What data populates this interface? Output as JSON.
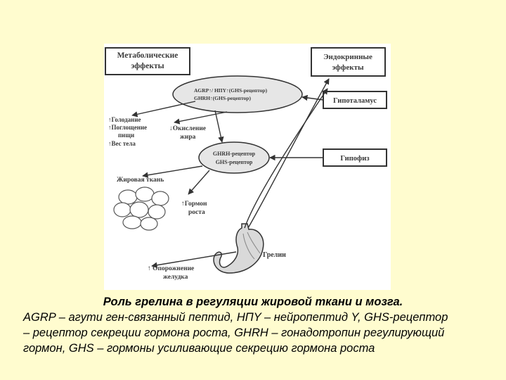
{
  "diagram": {
    "box_metabolic": [
      "Метаболические",
      "эффекты"
    ],
    "box_endocrine": [
      "Эндокринные",
      "эффекты"
    ],
    "box_hypothalamus": "Гипоталамус",
    "box_pituitary": "Гипофиз",
    "ellipse_top": [
      "AGRP↑/ НПY↑(GHS-рецептор)",
      "GHRH↑(GHS-рецептор)"
    ],
    "ellipse_mid": [
      "GHRH-рецептор",
      "GHS-рецептор"
    ],
    "effects_left": [
      "↑Голодание",
      "↑Поглощение",
      "пищи",
      "↑Вес тела"
    ],
    "fat_oxidation": [
      "↓Окисление",
      "жира"
    ],
    "adipose_tissue": "Жировая ткань",
    "growth_hormone": [
      "↑Гормон",
      "роста"
    ],
    "ghrelin": "Грелин",
    "gastric_emptying": [
      "↑ Опорожнение",
      "желудка"
    ]
  },
  "caption": {
    "title": "Роль грелина в регуляции жировой ткани и мозга.",
    "lines": [
      "AGRP – агути ген-связанный пептид,  НПY – нейропептид Y, GHS-рецептор",
      "– рецептор секреции гормона роста, GHRH – гонадотропин регулирующий",
      "гормон,  GHS – гормоны усиливающие секрецию гормона роста"
    ]
  },
  "colors": {
    "background": "#fffccf",
    "figure": "#ffffff",
    "ellipse_fill": "#e6e6e6",
    "stroke": "#333333"
  }
}
